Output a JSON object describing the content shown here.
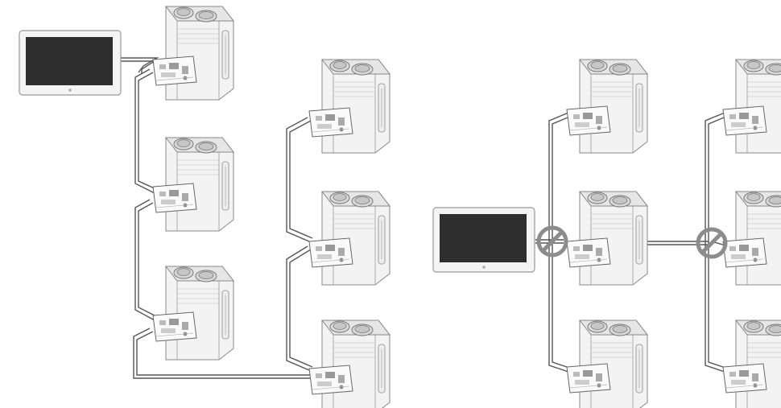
{
  "figure": {
    "left_diagram": {
      "caption": "",
      "controller": {
        "name": "central-controller"
      },
      "outdoor_units": [
        {
          "name": "outdoor-unit-1"
        },
        {
          "name": "outdoor-unit-2"
        },
        {
          "name": "outdoor-unit-3"
        },
        {
          "name": "outdoor-unit-4"
        },
        {
          "name": "outdoor-unit-5"
        },
        {
          "name": "outdoor-unit-6"
        }
      ],
      "wiring": "daisy-chain"
    },
    "right_diagram": {
      "caption": "",
      "controller": {
        "name": "central-controller"
      },
      "outdoor_units": [
        {
          "name": "outdoor-unit-1"
        },
        {
          "name": "outdoor-unit-2"
        },
        {
          "name": "outdoor-unit-3"
        },
        {
          "name": "outdoor-unit-4"
        },
        {
          "name": "outdoor-unit-5"
        },
        {
          "name": "outdoor-unit-6"
        }
      ],
      "wiring": "star",
      "prohibited_junctions": 2
    },
    "colors": {
      "wire": "#555555",
      "unit_body": "#f2f2f2",
      "unit_outline": "#8a8a8a",
      "screen": "#2e2e2e",
      "prohibited": "#8c8c8c"
    },
    "icons": [
      "outdoor-unit-icon",
      "pcb-board-icon",
      "controller-icon",
      "prohibited-icon"
    ]
  }
}
